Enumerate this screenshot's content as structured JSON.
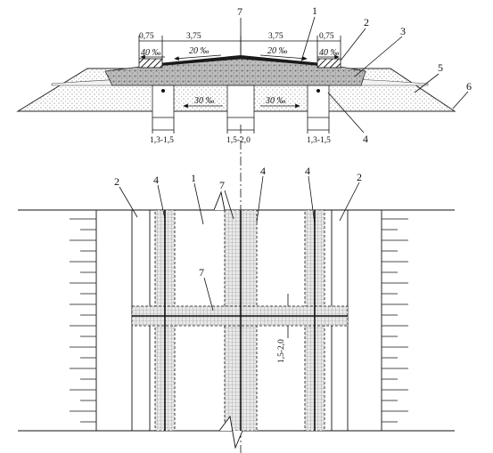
{
  "cross_section": {
    "dimensions": {
      "left_outer": "0,75",
      "left_inner": "3,75",
      "right_inner": "3,75",
      "right_outer": "0,75",
      "left_bottom": "1,3-1,5",
      "center_bottom": "1,5-2,0",
      "right_bottom": "1,3-1,5"
    },
    "slopes": {
      "shoulder_left": "40",
      "carriage_left": "20",
      "carriage_right": "20",
      "shoulder_right": "40",
      "base_left": "30",
      "base_right": "30",
      "unit": "‰"
    },
    "callouts": {
      "c1": "1",
      "c2": "2",
      "c3": "3",
      "c4": "4",
      "c5": "5",
      "c6": "6",
      "c7": "7"
    }
  },
  "plan_view": {
    "callouts": {
      "p2_left": "2",
      "p4_left": "4",
      "p1": "1",
      "p7_top": "7",
      "p4_mid": "4",
      "p4_right": "4",
      "p2_right": "2",
      "p7_mid": "7"
    },
    "dimension": "1,5-2,0"
  }
}
